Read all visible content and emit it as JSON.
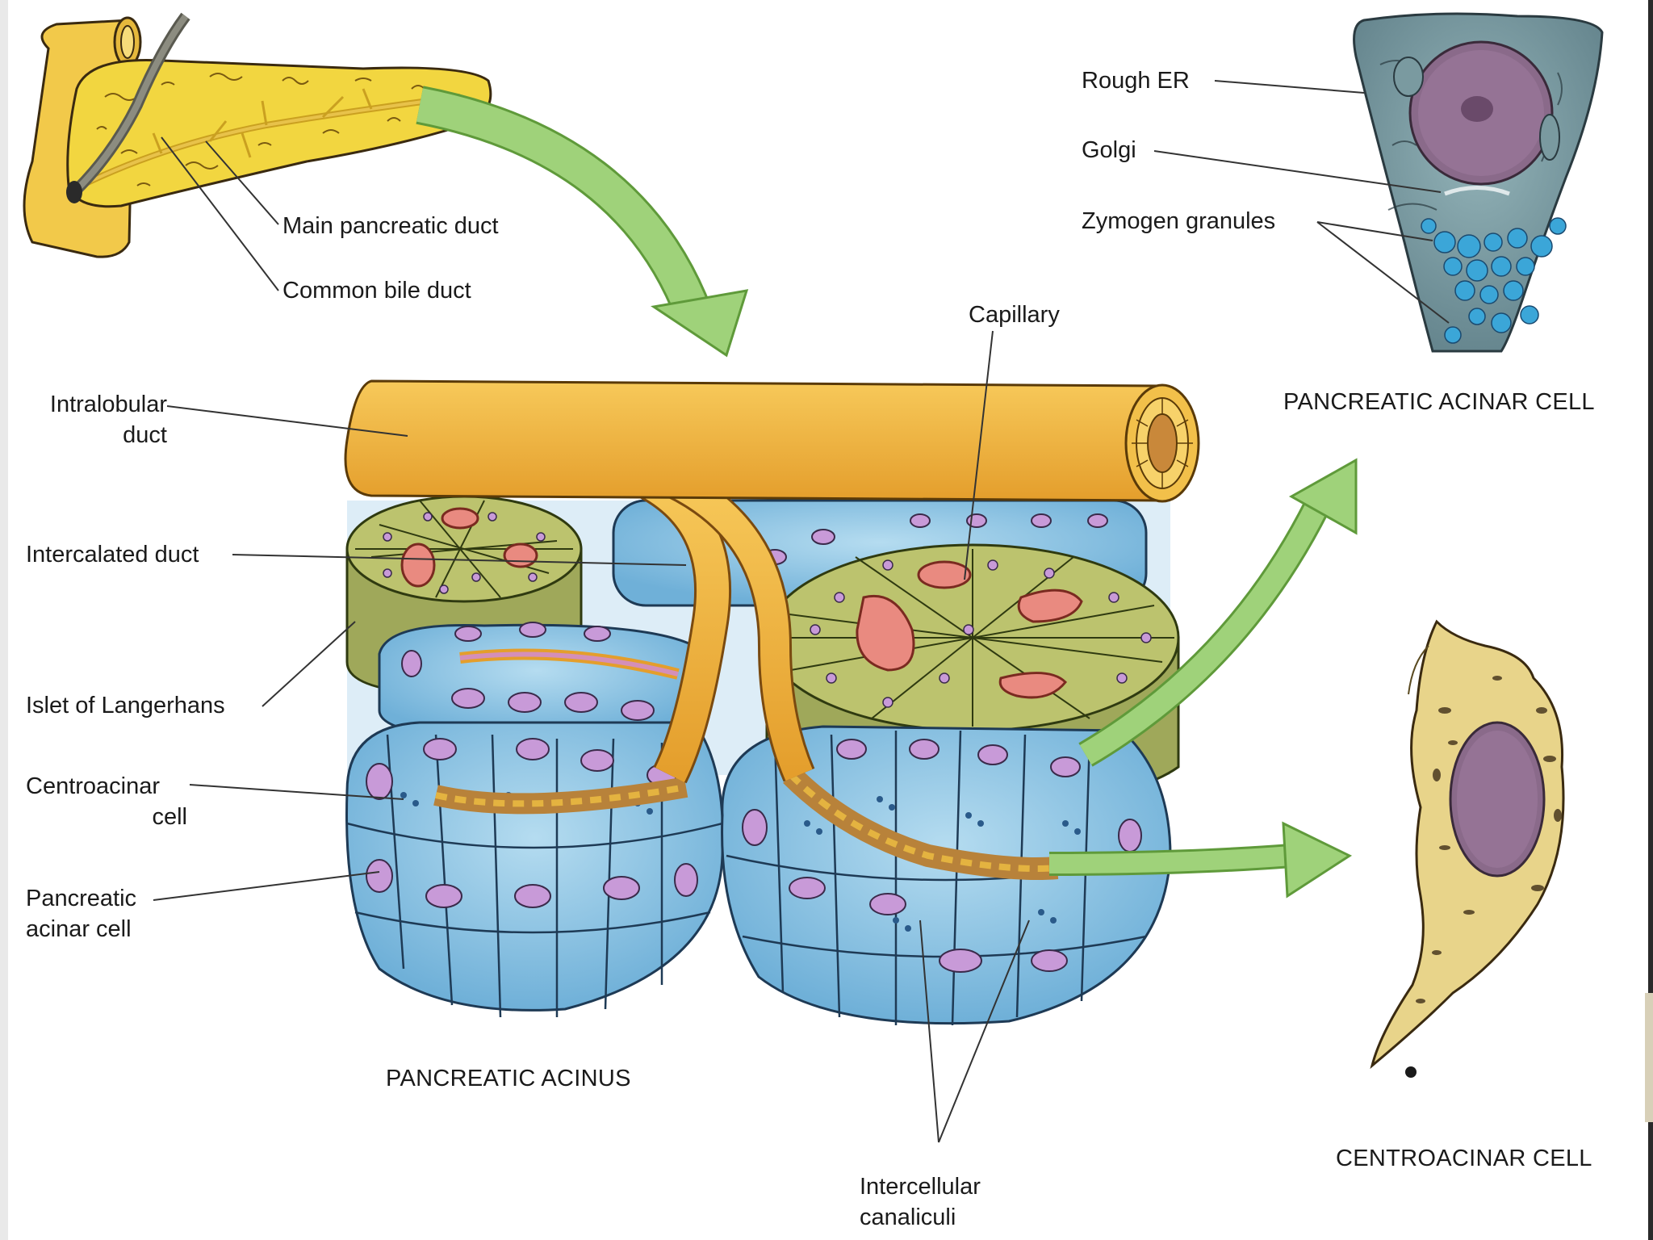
{
  "labels": {
    "main_pancreatic_duct": "Main pancreatic duct",
    "common_bile_duct": "Common bile duct",
    "rough_er": "Rough ER",
    "golgi": "Golgi",
    "zymogen_granules": "Zymogen granules",
    "capillary": "Capillary",
    "intralobular_duct": [
      "Intralobular",
      "duct"
    ],
    "intercalated_duct": "Intercalated duct",
    "islet_of_langerhans": "Islet of Langerhans",
    "centroacinar_cell": [
      "Centroacinar",
      "cell"
    ],
    "pancreatic_acinar_cell": [
      "Pancreatic",
      "acinar cell"
    ],
    "intercellular_canaliculi": [
      "Intercellular",
      "canaliculi"
    ]
  },
  "captions": {
    "pancreatic_acinar_cell": "PANCREATIC ACINAR CELL",
    "pancreatic_acinus": "PANCREATIC ACINUS",
    "centroacinar_cell": "CENTROACINAR CELL"
  },
  "colors": {
    "pancreas_yellow": "#f2d640",
    "duct_orange": "#f0b43c",
    "acinar_blue": "#8ec6e4",
    "islet_green": "#b8bf6c",
    "capillary_red": "#e98a80",
    "nucleus_purple": "#c89ad8",
    "arrow_green": "#8fc46a",
    "lumen_brown": "#b8823a",
    "acinar_cell_gray": "#7fa0a8",
    "centroacinar_tan": "#e8d48a"
  }
}
